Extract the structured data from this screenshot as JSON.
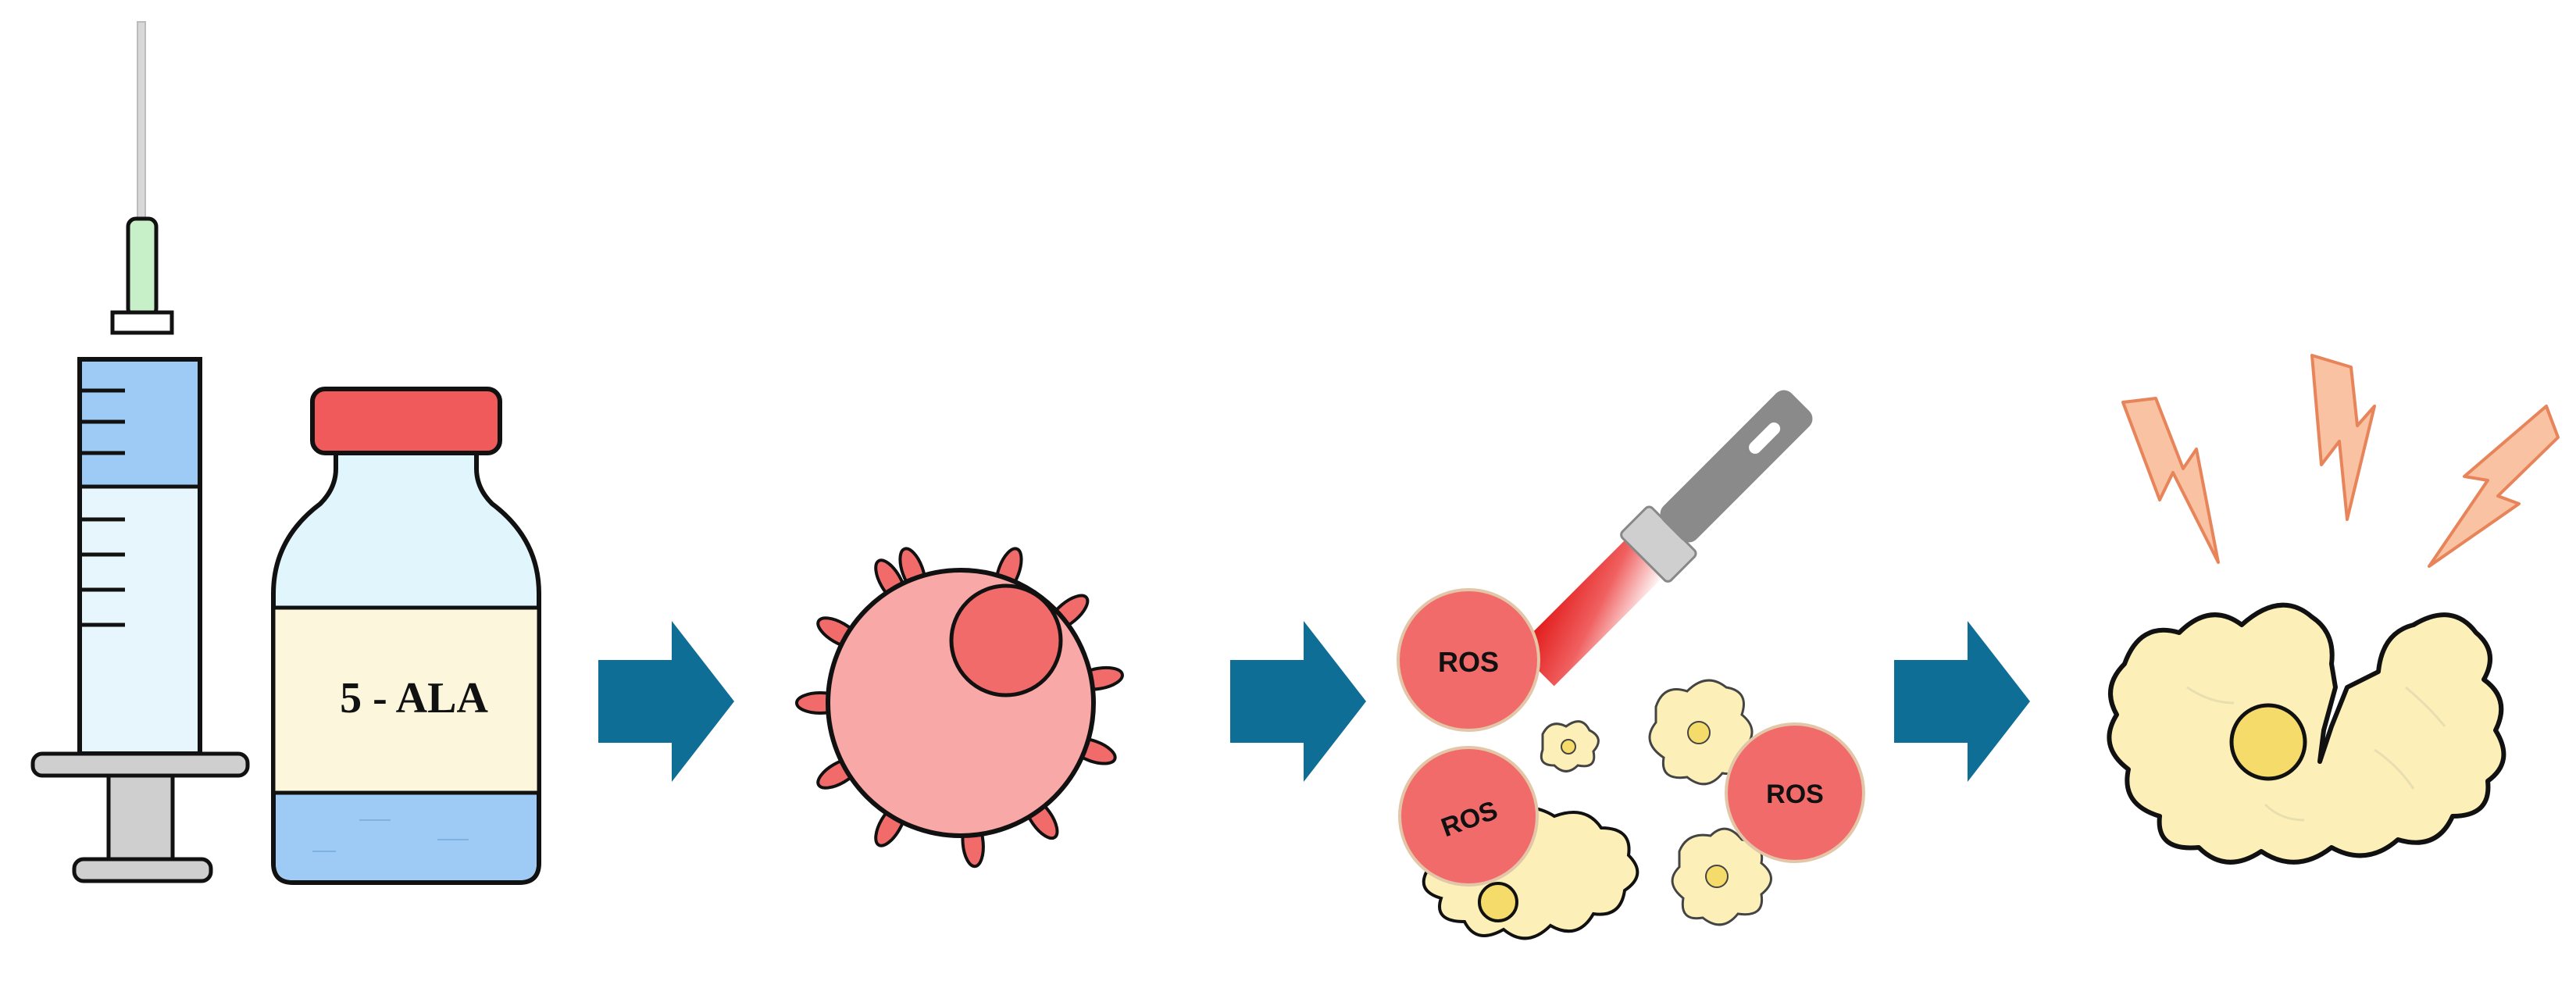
{
  "vial": {
    "label": "5 - ALA"
  },
  "ros_labels": [
    "ROS",
    "ROS",
    "ROS"
  ],
  "colors": {
    "arrow": "#0e6e96",
    "cell_body": "#f9a8a8",
    "nucleus": "#f26b6b",
    "vial_cap": "#f05a5a",
    "syringe_liquid": "#9ecbf5",
    "dead_cell": "#fcf0b8",
    "flash": "#f9c2a3",
    "laser_red": "#e01010"
  }
}
